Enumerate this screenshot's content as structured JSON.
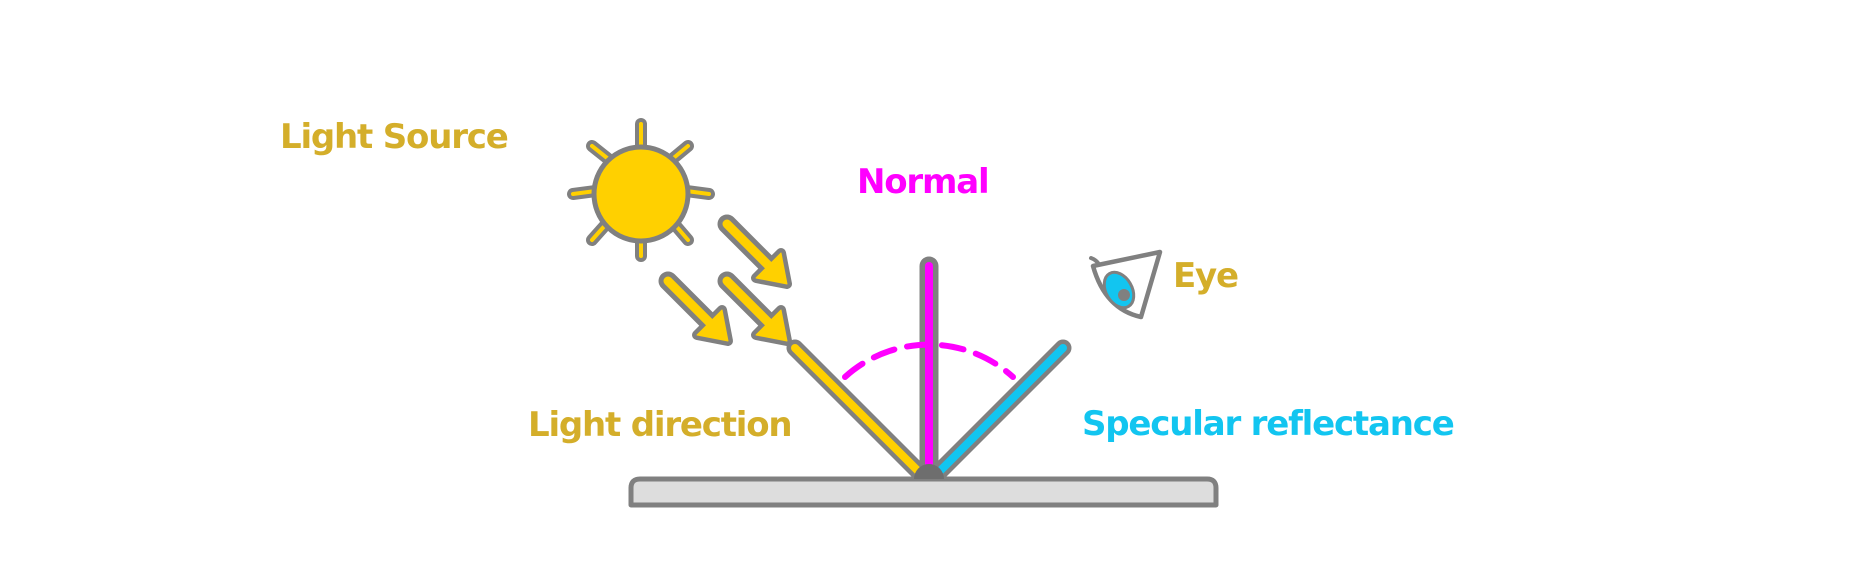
{
  "labels": {
    "light_source": "Light Source",
    "normal": "Normal",
    "eye": "Eye",
    "light_direction": "Light direction",
    "specular_reflectance": "Specular reflectance"
  },
  "colors": {
    "light": "#FFD000",
    "label_gold": "#D4AE2A",
    "normal": "#FF00FF",
    "reflect": "#12C5F0",
    "outline": "#808080",
    "surface_fill": "#DDDDDD"
  },
  "icons": [
    "sun-icon",
    "arrow-icon",
    "eye-icon"
  ]
}
